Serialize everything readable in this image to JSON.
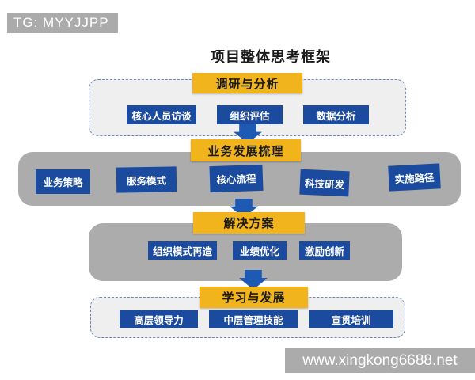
{
  "page": {
    "badge_top_left": "TG: MYYJJPP",
    "watermark": "www.xingkong6688.net",
    "title": "项目整体思考框架"
  },
  "colors": {
    "stage_header_yellow": "#f2b41c",
    "item_blue": "#1a4b9e",
    "arrow_blue": "#1e5ab4",
    "container_gray": "#acacac",
    "container_light": "#efefef",
    "dashed_border_blue": "#6e87c0",
    "badge_gray": "#ababab"
  },
  "sections": [
    {
      "header": "调研与分析",
      "container_style": "dashed",
      "items": [
        "核心人员访谈",
        "组织评估",
        "数据分析"
      ]
    },
    {
      "header": "业务发展梳理",
      "container_style": "solid",
      "items": [
        "业务策略",
        "服务模式",
        "核心流程",
        "科技研发",
        "实施路径"
      ]
    },
    {
      "header": "解决方案",
      "container_style": "solid",
      "items": [
        "组织模式再造",
        "业绩优化",
        "激励创新"
      ]
    },
    {
      "header": "学习与发展",
      "container_style": "dashed",
      "items": [
        "高层领导力",
        "中层管理技能",
        "宣贯培训"
      ]
    }
  ]
}
